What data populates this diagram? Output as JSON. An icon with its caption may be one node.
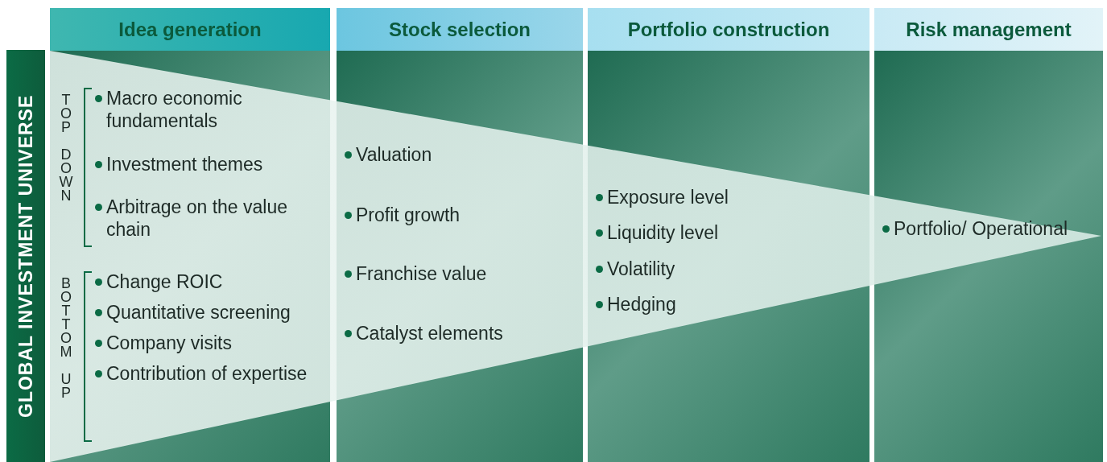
{
  "diagram": {
    "nodes": [
      {
        "text": [
          "GLOBAL INVESTMENT UNIVERSE"
        ]
      },
      {
        "text": [
          "Idea generation"
        ]
      },
      {
        "text": [
          "TOP DOWN",
          "Macro economic fundamentals",
          "Investment themes",
          "Arbitrage on the value chain"
        ],
        "in": 1
      },
      {
        "text": [
          "BOTTOM UP",
          "Change ROIC",
          "Quantitative screening",
          "Company visits",
          "Contribution of expertise"
        ],
        "in": 1
      },
      {
        "text": [
          "Stock selection",
          "Valuation",
          "Profit growth",
          "Franchise value",
          "Catalyst elements"
        ]
      },
      {
        "text": [
          "Portfolio construction",
          "Exposure level",
          "Liquidity level",
          "Volatility",
          "Hedging"
        ]
      },
      {
        "text": [
          "Risk management",
          "Portfolio/ Operational"
        ]
      }
    ],
    "edges": []
  }
}
